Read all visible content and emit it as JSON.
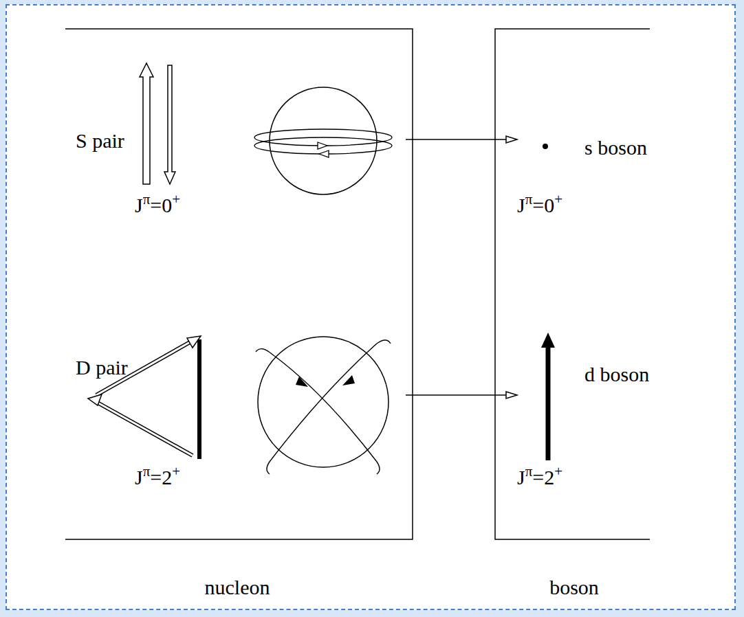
{
  "diagram": {
    "nodes": [
      {
        "text": [
          "nucleon"
        ]
      },
      {
        "text": [
          "S pair",
          "Jπ=0+"
        ],
        "in": 0
      },
      {
        "text": [
          "D pair",
          "Jπ=2+"
        ],
        "in": 0
      },
      {
        "text": [
          "boson"
        ]
      },
      {
        "text": [
          "s boson",
          "Jπ=0+"
        ],
        "in": 3
      },
      {
        "text": [
          "d boson",
          "Jπ=2+"
        ],
        "in": 3
      }
    ],
    "edges": [
      {
        "from": 1,
        "to": 4,
        "arrow": "to"
      },
      {
        "from": 2,
        "to": 5,
        "arrow": "to"
      }
    ]
  }
}
